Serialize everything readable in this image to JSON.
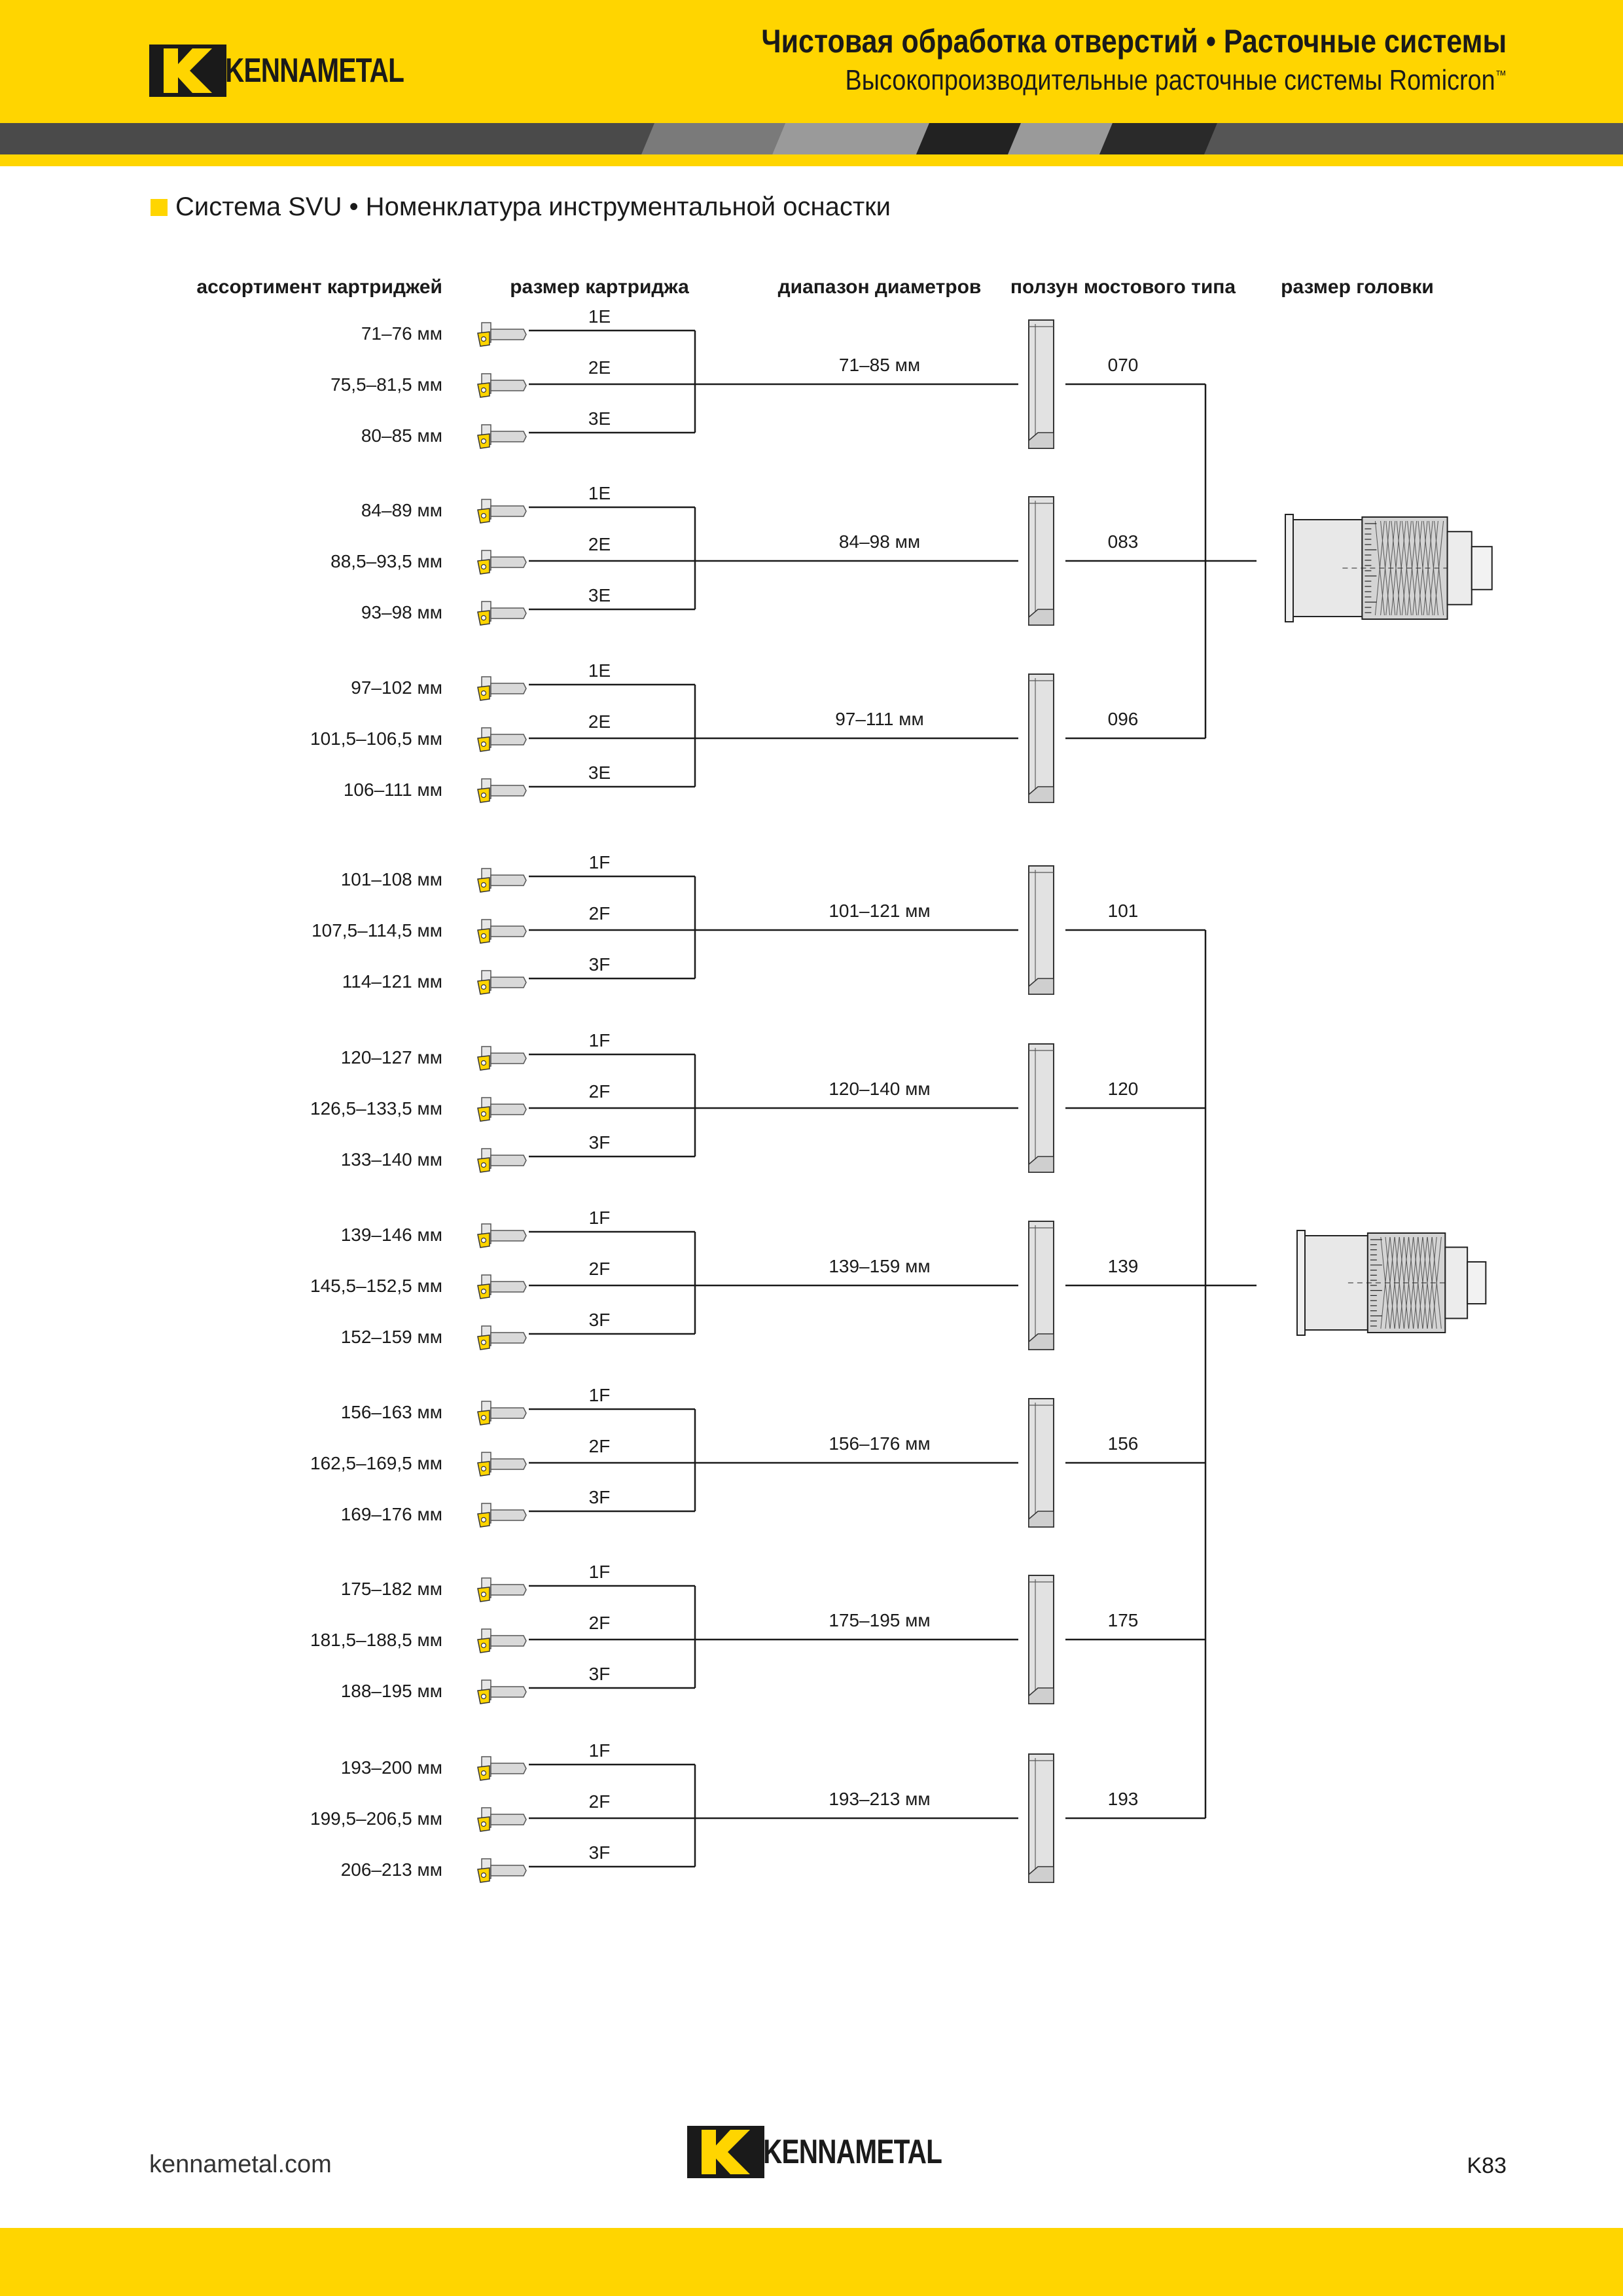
{
  "header": {
    "brand": "KENNAMETAL",
    "title": "Чистовая обработка отверстий • Расточные системы",
    "subtitle": "Высокопроизводительные расточные системы Romicron",
    "trademark": "™"
  },
  "section": {
    "title": "Система SVU • Номенклатура инструментальной оснастки"
  },
  "columns": {
    "cartridge_range": "ассортимент картриджей",
    "cartridge_size": "размер картриджа",
    "diameter_range": "диапазон диаметров",
    "bridge_slide": "ползун мостового типа",
    "head_size": "размер головки"
  },
  "groups": [
    {
      "ranges": [
        "71–76 мм",
        "75,5–81,5 мм",
        "80–85 мм"
      ],
      "sizes": [
        "1E",
        "2E",
        "3E"
      ],
      "diameter": "71–85 мм",
      "slide": "070"
    },
    {
      "ranges": [
        "84–89 мм",
        "88,5–93,5 мм",
        "93–98 мм"
      ],
      "sizes": [
        "1E",
        "2E",
        "3E"
      ],
      "diameter": "84–98 мм",
      "slide": "083"
    },
    {
      "ranges": [
        "97–102 мм",
        "101,5–106,5 мм",
        "106–111 мм"
      ],
      "sizes": [
        "1E",
        "2E",
        "3E"
      ],
      "diameter": "97–111 мм",
      "slide": "096"
    },
    {
      "ranges": [
        "101–108 мм",
        "107,5–114,5 мм",
        "114–121 мм"
      ],
      "sizes": [
        "1F",
        "2F",
        "3F"
      ],
      "diameter": "101–121 мм",
      "slide": "101"
    },
    {
      "ranges": [
        "120–127 мм",
        "126,5–133,5 мм",
        "133–140 мм"
      ],
      "sizes": [
        "1F",
        "2F",
        "3F"
      ],
      "diameter": "120–140 мм",
      "slide": "120"
    },
    {
      "ranges": [
        "139–146 мм",
        "145,5–152,5 мм",
        "152–159 мм"
      ],
      "sizes": [
        "1F",
        "2F",
        "3F"
      ],
      "diameter": "139–159 мм",
      "slide": "139"
    },
    {
      "ranges": [
        "156–163 мм",
        "162,5–169,5 мм",
        "169–176 мм"
      ],
      "sizes": [
        "1F",
        "2F",
        "3F"
      ],
      "diameter": "156–176 мм",
      "slide": "156"
    },
    {
      "ranges": [
        "175–182 мм",
        "181,5–188,5 мм",
        "188–195 мм"
      ],
      "sizes": [
        "1F",
        "2F",
        "3F"
      ],
      "diameter": "175–195 мм",
      "slide": "175"
    },
    {
      "ranges": [
        "193–200 мм",
        "199,5–206,5 мм",
        "206–213 мм"
      ],
      "sizes": [
        "1F",
        "2F",
        "3F"
      ],
      "diameter": "193–213 мм",
      "slide": "193"
    }
  ],
  "footer": {
    "url": "kennametal.com",
    "brand": "KENNAMETAL",
    "page": "K83"
  },
  "colors": {
    "brand_yellow": "#FFD500",
    "dark": "#1a1a1a",
    "stripe_dark": "#3a3a3a",
    "stripe_light": "#9a9a9a",
    "line": "#1a1a1a"
  }
}
